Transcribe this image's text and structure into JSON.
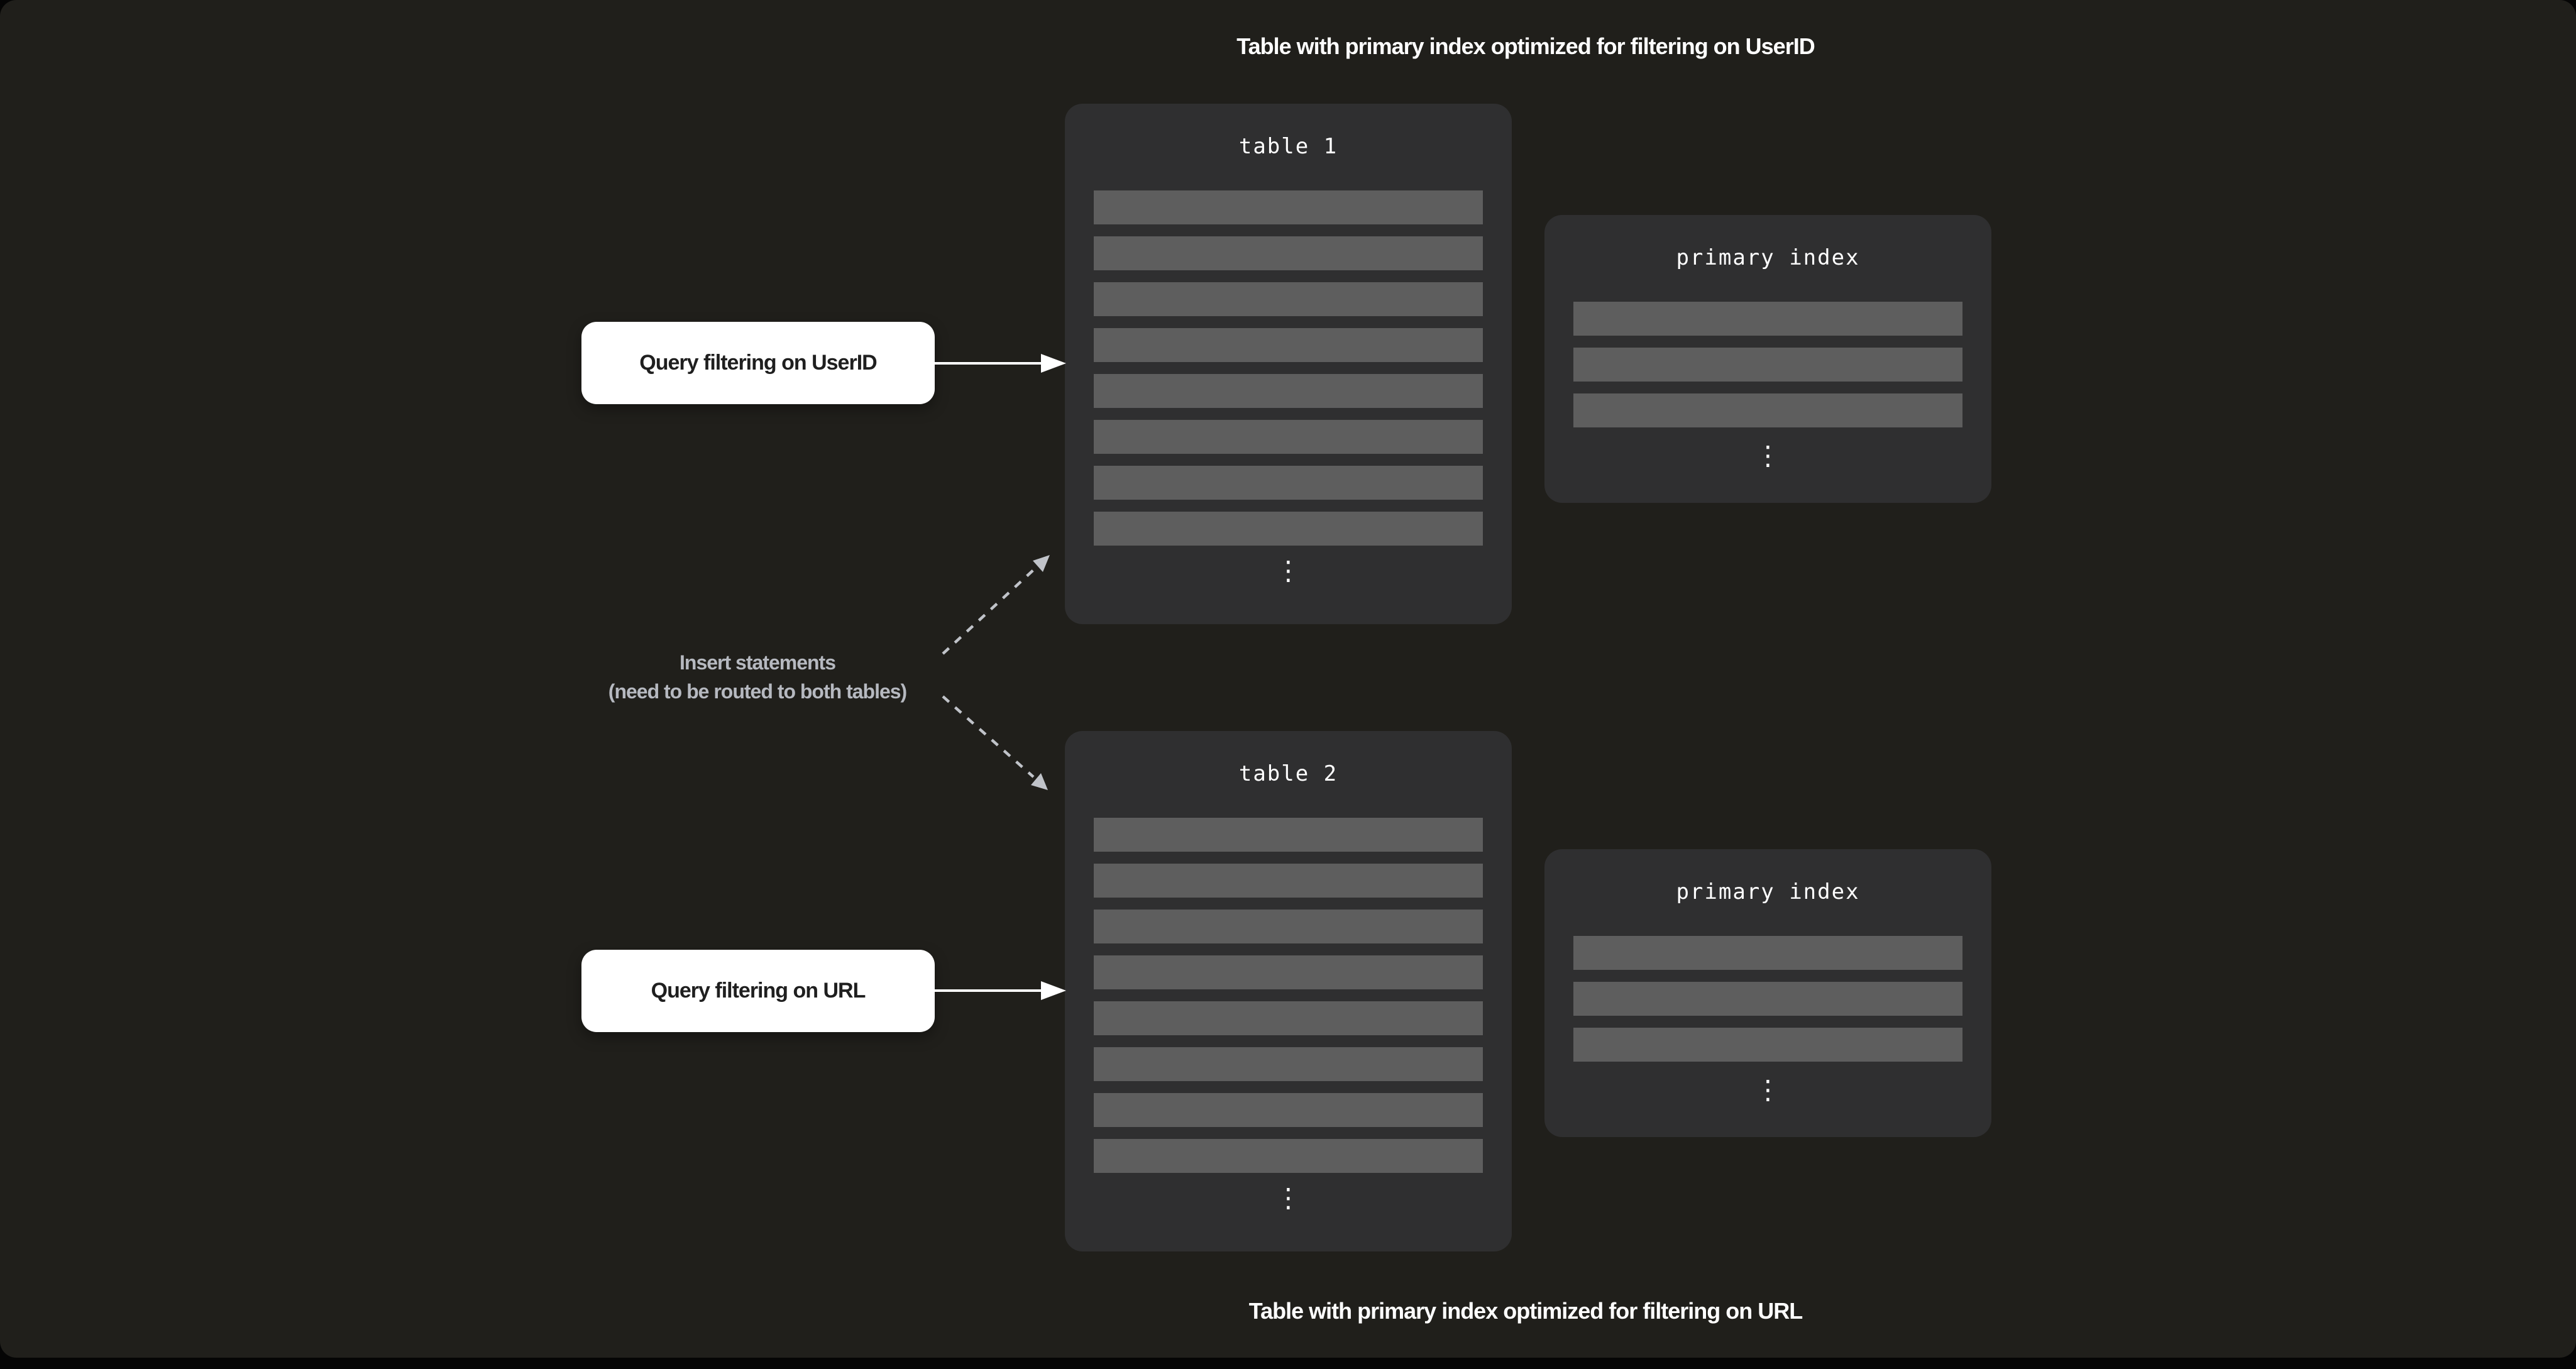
{
  "colors": {
    "page_bg": "#050505",
    "surface_bg": "#201f1b",
    "panel_bg": "#2f2f30",
    "record_bar": "#5e5e5e",
    "text_white": "#ffffff",
    "text_muted": "#b6b9c0",
    "chip_bg": "#ffffff",
    "chip_text": "#1f1f1f"
  },
  "captions": {
    "top": "Table with primary index optimized for filtering on UserID",
    "bottom": "Table with primary index optimized for filtering on URL"
  },
  "panels": {
    "table1": {
      "title": "table 1",
      "row_count": 8,
      "ellipsis": "⋮"
    },
    "table2": {
      "title": "table 2",
      "row_count": 8,
      "ellipsis": "⋮"
    },
    "index1": {
      "title": "primary index",
      "row_count": 3,
      "ellipsis": "⋮"
    },
    "index2": {
      "title": "primary index",
      "row_count": 3,
      "ellipsis": "⋮"
    }
  },
  "annotations": {
    "query_userid": "Query filtering on UserID",
    "query_url": "Query filtering on URL",
    "insert_line1": "Insert statements",
    "insert_line2": "(need to be routed to both tables)"
  }
}
